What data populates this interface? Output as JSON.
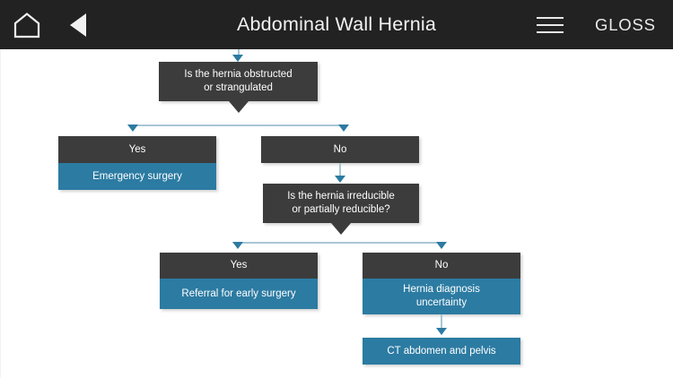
{
  "header": {
    "title": "Abdominal Wall Hernia",
    "home_icon": "home-icon",
    "back_icon": "back-arrow-icon",
    "menu_icon": "hamburger-menu-icon",
    "gloss_label": "GLOSS"
  },
  "colors": {
    "header_bg": "#222222",
    "question_box": "#3c3c3c",
    "action_box": "#2c7ba2",
    "connector_line": "#a8c6d6",
    "arrow_head": "#2c7ba2",
    "canvas_bg": "#ffffff",
    "text": "#ffffff"
  },
  "flowchart": {
    "q1": "Is the hernia obstructed\nor strangulated",
    "q1_line1": "Is the hernia obstructed",
    "q1_line2": "or strangulated",
    "branch1_yes_label": "Yes",
    "branch1_yes_action": "Emergency surgery",
    "branch1_no_label": "No",
    "q2_line1": "Is the hernia irreducible",
    "q2_line2": "or partially reducible?",
    "branch2_yes_label": "Yes",
    "branch2_yes_action": "Referral for early surgery",
    "branch2_no_label": "No",
    "branch2_no_action_line1": "Hernia diagnosis",
    "branch2_no_action_line2": "uncertainty",
    "final_action": "CT abdomen and pelvis"
  }
}
